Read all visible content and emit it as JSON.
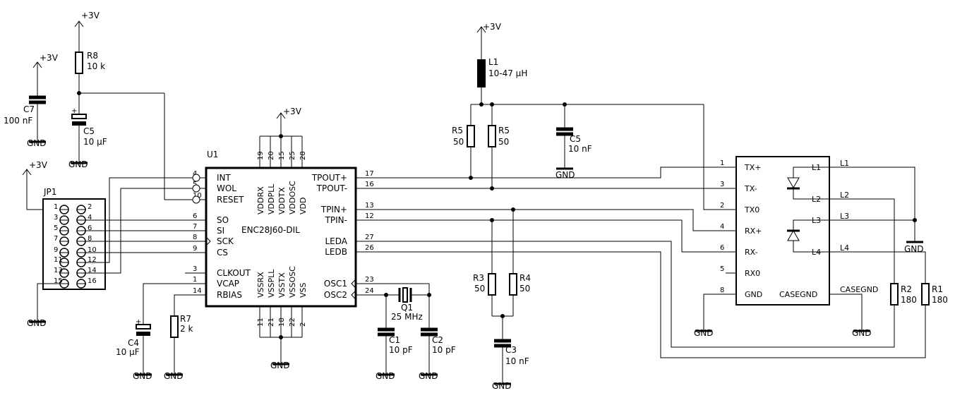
{
  "supply": "+3V",
  "ground": "GND",
  "components": {
    "R8": {
      "ref": "R8",
      "value": "10 k"
    },
    "C7": {
      "ref": "C7",
      "value": "100 nF"
    },
    "C5a": {
      "ref": "C5",
      "value": "10 µF"
    },
    "L1": {
      "ref": "L1",
      "value": "10-47 µH"
    },
    "R5a": {
      "ref": "R5",
      "value": "50"
    },
    "R5b": {
      "ref": "R5",
      "value": "50"
    },
    "C5b": {
      "ref": "C5",
      "value": "10 nF"
    },
    "R3": {
      "ref": "R3",
      "value": "50"
    },
    "R4": {
      "ref": "R4",
      "value": "50"
    },
    "C3": {
      "ref": "C3",
      "value": "10 nF"
    },
    "Q1": {
      "ref": "Q1",
      "value": "25 MHz"
    },
    "C1": {
      "ref": "C1",
      "value": "10 pF"
    },
    "C2": {
      "ref": "C2",
      "value": "10 pF"
    },
    "C4": {
      "ref": "C4",
      "value": "10 µF"
    },
    "R7": {
      "ref": "R7",
      "value": "2 k"
    },
    "R2": {
      "ref": "R2",
      "value": "180"
    },
    "R1": {
      "ref": "R1",
      "value": "180"
    }
  },
  "u1": {
    "ref": "U1",
    "part": "ENC28J60-DIL",
    "left_pins": [
      {
        "name": "INT",
        "num": "4"
      },
      {
        "name": "WOL",
        "num": "5"
      },
      {
        "name": "RESET",
        "num": "10"
      },
      {
        "name": "SO",
        "num": "6"
      },
      {
        "name": "SI",
        "num": "7"
      },
      {
        "name": "SCK",
        "num": "8"
      },
      {
        "name": "CS",
        "num": "9"
      },
      {
        "name": "CLKOUT",
        "num": "3"
      },
      {
        "name": "VCAP",
        "num": "1"
      },
      {
        "name": "RBIAS",
        "num": "14"
      }
    ],
    "right_pins": [
      {
        "name": "TPOUT+",
        "num": "17"
      },
      {
        "name": "TPOUT-",
        "num": "16"
      },
      {
        "name": "TPIN+",
        "num": "13"
      },
      {
        "name": "TPIN-",
        "num": "12"
      },
      {
        "name": "LEDA",
        "num": "27"
      },
      {
        "name": "LEDB",
        "num": "26"
      },
      {
        "name": "OSC1",
        "num": "23"
      },
      {
        "name": "OSC2",
        "num": "24"
      }
    ],
    "top_pins": [
      {
        "name": "VDDRX",
        "num": "19"
      },
      {
        "name": "VDDPLL",
        "num": "20"
      },
      {
        "name": "VDDTX",
        "num": "15"
      },
      {
        "name": "VDDOSC",
        "num": "25"
      },
      {
        "name": "VDD",
        "num": "28"
      }
    ],
    "bottom_pins": [
      {
        "name": "VSSRX",
        "num": "11"
      },
      {
        "name": "VSSPLL",
        "num": "21"
      },
      {
        "name": "VSSTX",
        "num": "18"
      },
      {
        "name": "VSSOSC",
        "num": "22"
      },
      {
        "name": "VSS",
        "num": "2"
      }
    ]
  },
  "jp1": {
    "ref": "JP1",
    "pins_left": [
      "1",
      "3",
      "5",
      "7",
      "9",
      "11",
      "13",
      "15"
    ],
    "pins_right": [
      "2",
      "4",
      "6",
      "8",
      "10",
      "12",
      "14",
      "16"
    ]
  },
  "magjack": {
    "left_pins": [
      {
        "name": "TX+",
        "num": "1"
      },
      {
        "name": "TX-",
        "num": "3"
      },
      {
        "name": "TX0",
        "num": "2"
      },
      {
        "name": "RX+",
        "num": "4"
      },
      {
        "name": "RX-",
        "num": "6"
      },
      {
        "name": "RX0",
        "num": "5"
      },
      {
        "name": "GND",
        "num": "8"
      }
    ],
    "inner_labels": [
      "L1",
      "L2",
      "L3",
      "L4"
    ],
    "right_labels": [
      "L1",
      "L2",
      "L3",
      "L4"
    ],
    "casegnd_inner": "CASEGND",
    "casegnd_outer": "CASEGND"
  }
}
